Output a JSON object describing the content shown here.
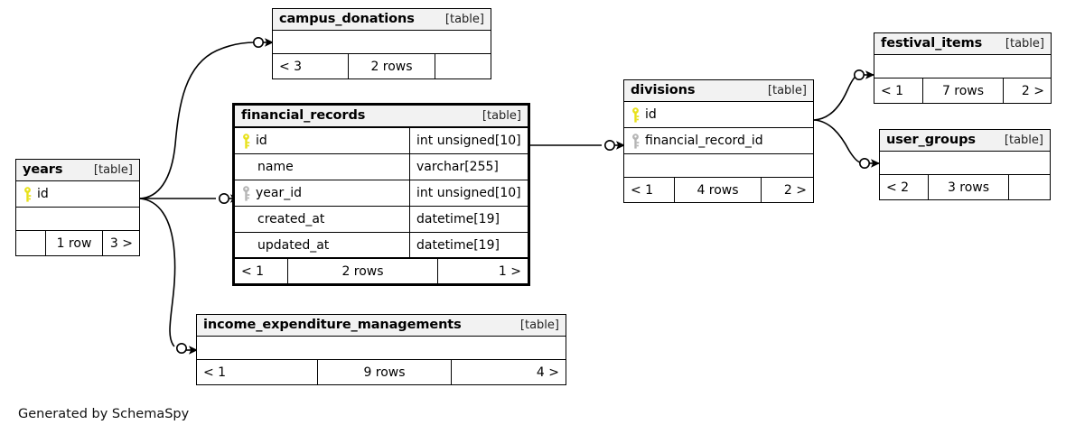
{
  "diagram": {
    "generator_credit": "Generated by SchemaSpy",
    "table_tag": "[table]",
    "ellipsis": "...",
    "colors": {
      "primary_key_icon": "#e8e11a",
      "foreign_key_icon": "#b5b5b5",
      "header_background": "#f2f2f2",
      "border": "#000000",
      "background": "#ffffff"
    }
  },
  "tables": [
    {
      "id": "campus_donations",
      "name": "campus_donations",
      "type_tag": "[table]",
      "focal": false,
      "has_ellipsis_row": true,
      "columns": [],
      "footer": {
        "left": "< 3",
        "center": "2 rows",
        "right": ""
      }
    },
    {
      "id": "financial_records",
      "name": "financial_records",
      "type_tag": "[table]",
      "focal": true,
      "has_ellipsis_row": false,
      "columns": [
        {
          "name": "id",
          "type": "int unsigned[10]",
          "key": "primary"
        },
        {
          "name": "name",
          "type": "varchar[255]",
          "key": "none"
        },
        {
          "name": "year_id",
          "type": "int unsigned[10]",
          "key": "foreign"
        },
        {
          "name": "created_at",
          "type": "datetime[19]",
          "key": "none"
        },
        {
          "name": "updated_at",
          "type": "datetime[19]",
          "key": "none"
        }
      ],
      "footer": {
        "left": "< 1",
        "center": "2 rows",
        "right": "1 >"
      }
    },
    {
      "id": "years",
      "name": "years",
      "type_tag": "[table]",
      "focal": false,
      "has_ellipsis_row": true,
      "columns": [
        {
          "name": "id",
          "type": "",
          "key": "primary"
        }
      ],
      "footer": {
        "left": "",
        "center": "1 row",
        "right": "3 >"
      }
    },
    {
      "id": "divisions",
      "name": "divisions",
      "type_tag": "[table]",
      "focal": false,
      "has_ellipsis_row": true,
      "columns": [
        {
          "name": "id",
          "type": "",
          "key": "primary"
        },
        {
          "name": "financial_record_id",
          "type": "",
          "key": "foreign"
        }
      ],
      "footer": {
        "left": "< 1",
        "center": "4 rows",
        "right": "2 >"
      }
    },
    {
      "id": "festival_items",
      "name": "festival_items",
      "type_tag": "[table]",
      "focal": false,
      "has_ellipsis_row": true,
      "columns": [],
      "footer": {
        "left": "< 1",
        "center": "7 rows",
        "right": "2 >"
      }
    },
    {
      "id": "user_groups",
      "name": "user_groups",
      "type_tag": "[table]",
      "focal": false,
      "has_ellipsis_row": true,
      "columns": [],
      "footer": {
        "left": "< 2",
        "center": "3 rows",
        "right": ""
      }
    },
    {
      "id": "income_expenditure_managements",
      "name": "income_expenditure_managements",
      "type_tag": "[table]",
      "focal": false,
      "has_ellipsis_row": true,
      "columns": [],
      "footer": {
        "left": "< 1",
        "center": "9 rows",
        "right": "4 >"
      }
    }
  ],
  "relationships": [
    {
      "from": "years.id",
      "to": "campus_donations"
    },
    {
      "from": "years.id",
      "to": "financial_records.year_id"
    },
    {
      "from": "years.id",
      "to": "income_expenditure_managements"
    },
    {
      "from": "financial_records.id",
      "to": "divisions.financial_record_id"
    },
    {
      "from": "divisions.id",
      "to": "festival_items"
    },
    {
      "from": "divisions.id",
      "to": "user_groups"
    }
  ]
}
